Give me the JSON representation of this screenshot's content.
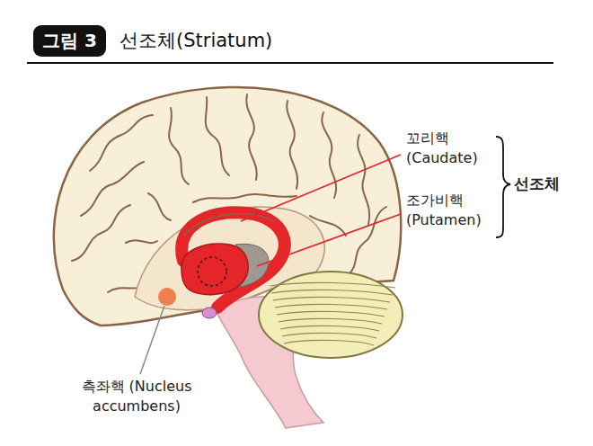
{
  "diagram": {
    "title": "선조체(Striatum)",
    "nodes": [
      {
        "text": [
          "그림 3"
        ]
      }
    ],
    "labels": [
      "꼬리핵 (Caudate)",
      "조가비핵 (Putamen)",
      "선조체",
      "측좌핵 (Nucleus accumbens)"
    ]
  }
}
